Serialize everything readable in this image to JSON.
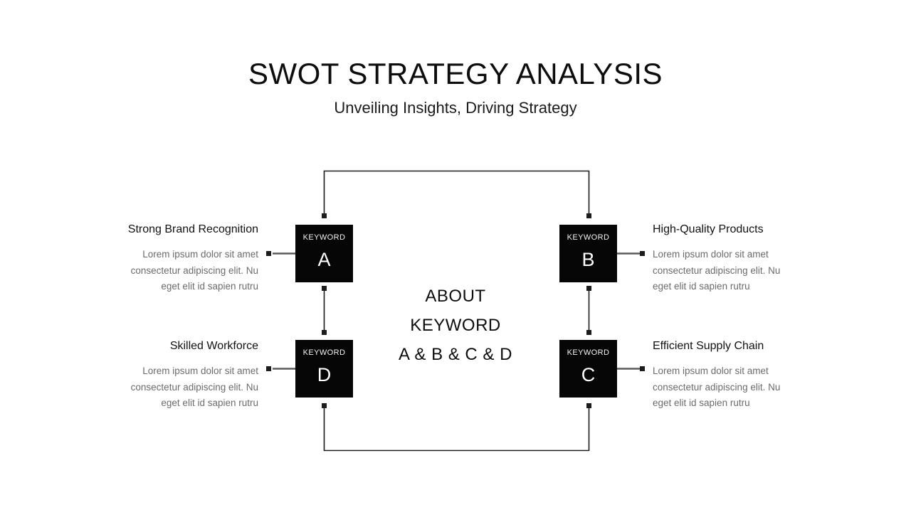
{
  "header": {
    "title": "SWOT STRATEGY ANALYSIS",
    "subtitle": "Unveiling Insights, Driving Strategy"
  },
  "center": {
    "line1": "ABOUT",
    "line2": "KEYWORD",
    "line3": "A & B & C & D"
  },
  "nodes": {
    "a": {
      "label": "KEYWORD",
      "letter": "A"
    },
    "b": {
      "label": "KEYWORD",
      "letter": "B"
    },
    "c": {
      "label": "KEYWORD",
      "letter": "C"
    },
    "d": {
      "label": "KEYWORD",
      "letter": "D"
    }
  },
  "quadrants": {
    "a": {
      "heading": "Strong Brand Recognition",
      "body": "Lorem ipsum dolor sit amet consectetur adipiscing elit. Nu eget elit id sapien rutru"
    },
    "b": {
      "heading": "High-Quality Products",
      "body": "Lorem ipsum dolor sit amet consectetur adipiscing elit. Nu eget elit id sapien rutru"
    },
    "c": {
      "heading": "Efficient Supply Chain",
      "body": "Lorem ipsum dolor sit amet consectetur adipiscing elit. Nu eget elit id sapien rutru"
    },
    "d": {
      "heading": "Skilled Workforce",
      "body": "Lorem ipsum dolor sit amet consectetur adipiscing elit. Nu eget elit id sapien rutru"
    }
  },
  "colors": {
    "node_fill": "#060606",
    "node_text": "#ffffff",
    "heading_text": "#111111",
    "body_text": "#6b6b6b",
    "connector_dark": "#1c1c1c",
    "connector_gray": "#5a5a5a",
    "background": "#ffffff"
  }
}
